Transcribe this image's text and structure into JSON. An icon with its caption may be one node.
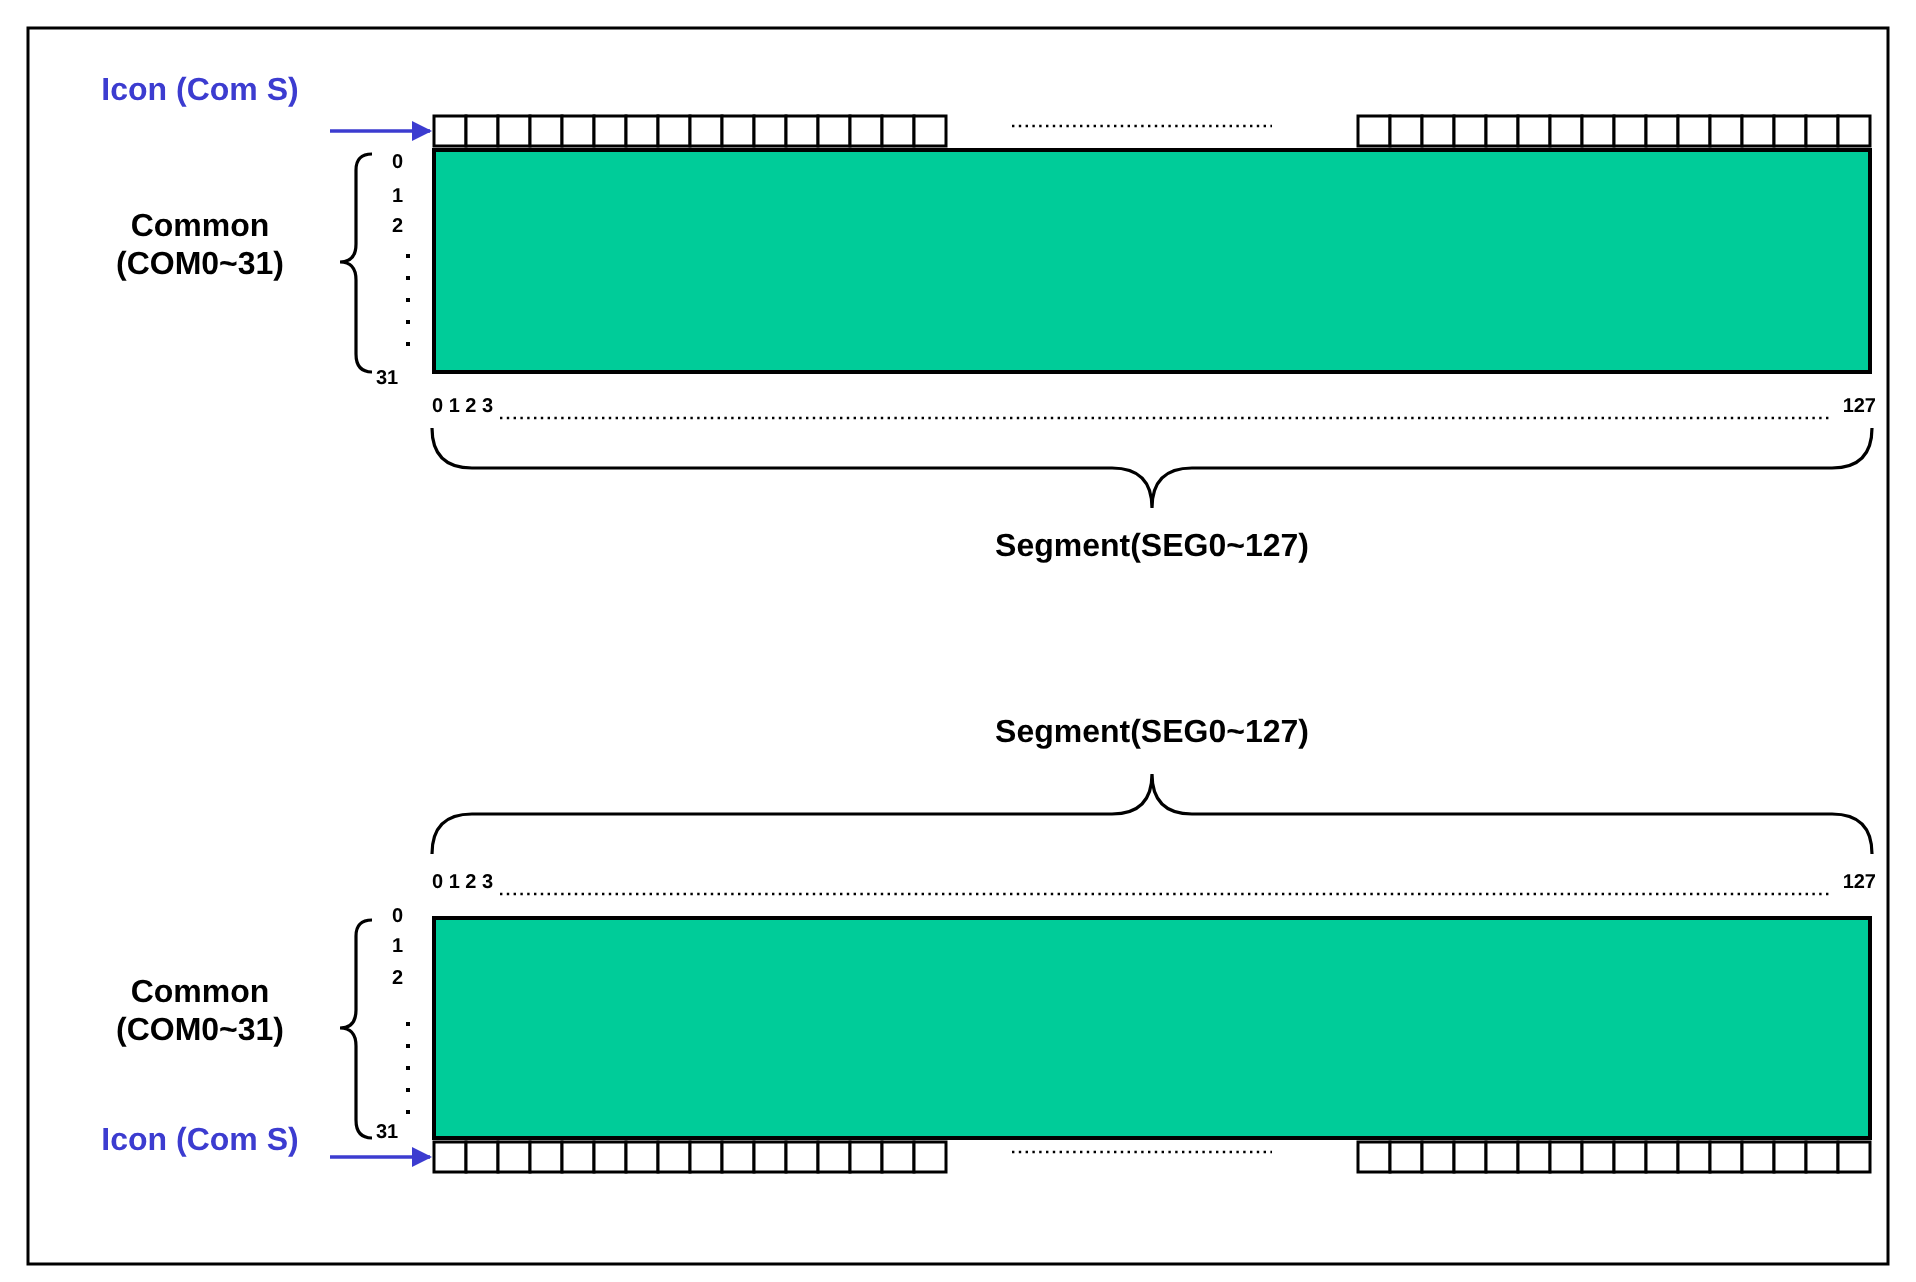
{
  "diagram": {
    "nodes": [
      {
        "text": [
          "Icon (Com S)"
        ]
      },
      {
        "text": [],
        "shape": "bar"
      },
      {
        "text": [],
        "shape": "box"
      },
      {
        "text": [],
        "shape": "box"
      },
      {
        "text": [
          "Icon (Com S)"
        ]
      },
      {
        "text": [],
        "shape": "bar"
      }
    ],
    "edges": [
      {
        "from": 0,
        "to": 1,
        "arrow": "to"
      },
      {
        "from": 4,
        "to": 5,
        "arrow": "to"
      }
    ],
    "labels": [
      "Common (COM0~31)",
      "0",
      "1",
      "2",
      "31",
      "0 1 2 3",
      "127",
      "Segment(SEG0~127)",
      "Segment(SEG0~127)",
      "0 1 2 3",
      "127",
      "Common (COM0~31)",
      "0",
      "1",
      "2",
      "31"
    ]
  }
}
